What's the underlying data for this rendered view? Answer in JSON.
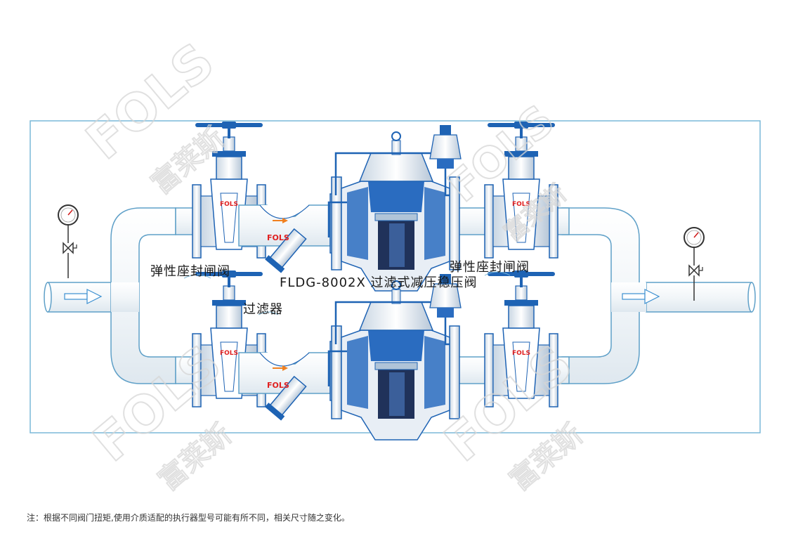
{
  "labels": {
    "gate_valve_left": "弹性座封闸阀",
    "gate_valve_right": "弹性座封闸阀",
    "model_title": "FLDG-8002X 过滤式减压稳压阀",
    "filter": "过滤器"
  },
  "brand_mark": "FOLS",
  "watermark": {
    "latin": "FOLS",
    "chinese": "富莱斯"
  },
  "footnote": "注：根据不同阀门扭矩,使用介质适配的执行器型号可能有所不同，相关尺寸随之变化。",
  "colors": {
    "pipe_outline": "#5fa0c8",
    "valve_blue": "#1e63b4",
    "pipe_fill": "#f4f8fb",
    "frame": "#7ab8d8",
    "brand_red": "#e02020",
    "arrow": "#3b8fd0"
  }
}
